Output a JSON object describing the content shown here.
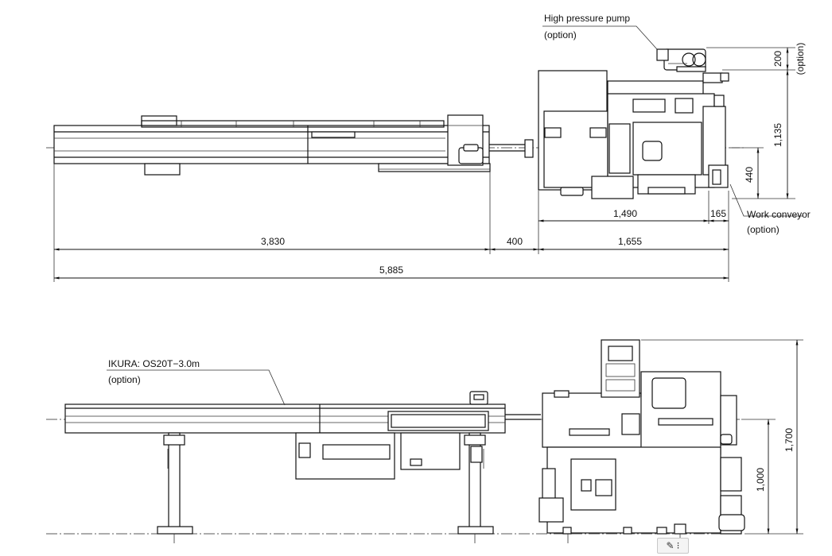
{
  "labels": {
    "pump_line1": "High pressure pump",
    "pump_line2": "(option)",
    "conveyor_line1": "Work conveyor",
    "conveyor_line2": "(option)",
    "bar_feeder_line1": "IKURA: OS20T−3.0m",
    "bar_feeder_line2": "(option)",
    "option_vertical": "(option)"
  },
  "dimensions": {
    "bar_feeder_length": "3,830",
    "gap": "400",
    "machine_length": "1,655",
    "total_length": "5,885",
    "base_length": "1,490",
    "conveyor_offset": "165",
    "pump_height": "200",
    "top_height": "1,135",
    "conveyor_height": "440",
    "overall_height": "1,700",
    "spindle_height": "1,000"
  },
  "toolbar": {
    "edit_icon": "pencil-square-icon",
    "menu_icon": "chevron-icon",
    "edit_glyph": "✎",
    "menu_glyph": "⁝"
  }
}
